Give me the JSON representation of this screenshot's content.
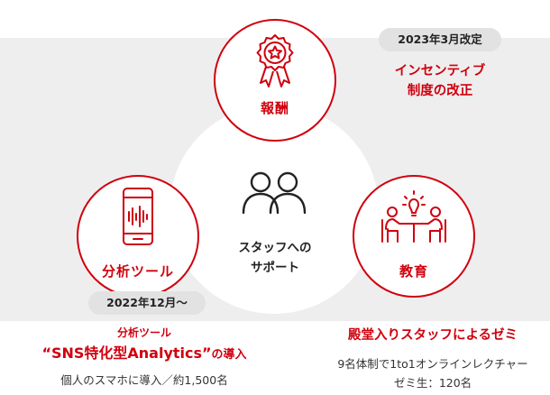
{
  "center": {
    "line1": "スタッフへの",
    "line2": "サポート"
  },
  "reward": {
    "label": "報酬",
    "date_badge": "2023年3月改定",
    "title_line1": "インセンティブ",
    "title_line2": "制度の改正"
  },
  "tools": {
    "label": "分析ツール",
    "date_badge": "2022年12月〜",
    "subtitle": "分析ツール",
    "title_main": "“SNS特化型Analytics”",
    "title_suffix": "の導入",
    "description": "個人のスマホに導入／約1,500名"
  },
  "education": {
    "label": "教育",
    "title": "殿堂入りスタッフによるゼミ",
    "description_line1": "9名体制で1to1オンラインレクチャー",
    "description_line2": "ゼミ生：120名"
  },
  "colors": {
    "accent": "#d0000d",
    "band": "#eeeeef",
    "pill": "#e2e2e3"
  },
  "icons": [
    "award-medal-icon",
    "smartphone-waveform-icon",
    "people-icon",
    "seminar-lightbulb-icon"
  ]
}
